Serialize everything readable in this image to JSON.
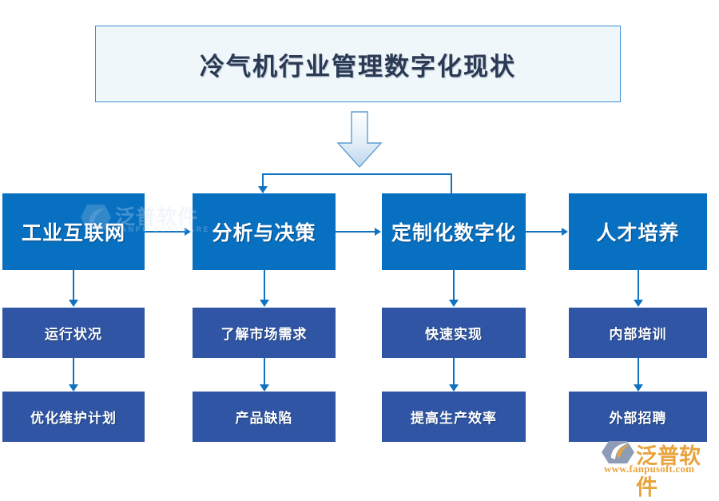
{
  "diagram": {
    "type": "flowchart",
    "title": "冷气机行业管理数字化现状",
    "colors": {
      "title_fill": "#f0f7fb",
      "title_border": "#3f8fd0",
      "primary_node": "#0870c0",
      "secondary_node": "#2f55a4",
      "connector": "#1073c2",
      "logo_accent": "#e8a33d"
    },
    "big_arrow": {
      "name": "down-block-arrow",
      "direction": "down"
    },
    "columns": [
      {
        "id": "col1",
        "primary": "工业互联网",
        "steps": [
          "运行状况",
          "优化维护计划"
        ]
      },
      {
        "id": "col2",
        "primary": "分析与决策",
        "steps": [
          "了解市场需求",
          "产品缺陷"
        ]
      },
      {
        "id": "col3",
        "primary": "定制化数字化",
        "steps": [
          "快速实现",
          "提高生产效率"
        ]
      },
      {
        "id": "col4",
        "primary": "人才培养",
        "steps": [
          "内部培训",
          "外部招聘"
        ]
      }
    ]
  },
  "watermark": {
    "brand_cn": "泛普软件",
    "brand_en": "FANPU SOFTWARE"
  },
  "logo": {
    "brand_cn": "泛普软件",
    "url": "www.fanpusoft.com"
  }
}
